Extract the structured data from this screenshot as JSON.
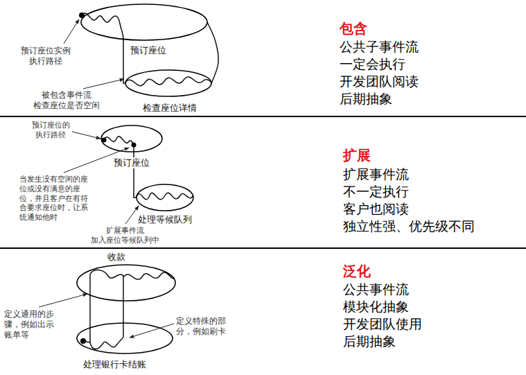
{
  "diagram": {
    "nodes": [
      {
        "text": [
          "预订座位"
        ]
      },
      {
        "text": [
          "检查座位详情"
        ]
      },
      {
        "text": [
          "预订座位"
        ]
      },
      {
        "text": [
          "处理等候队列"
        ]
      },
      {
        "text": [
          "收款"
        ]
      },
      {
        "text": [
          "处理银行卡结账"
        ]
      }
    ],
    "edges": [
      {
        "from": 0,
        "to": 1,
        "arrow": "none"
      },
      {
        "from": 1,
        "to": 0,
        "arrow": "none"
      },
      {
        "from": 2,
        "to": 3,
        "arrow": "none"
      },
      {
        "from": 4,
        "to": 5,
        "arrow": "none"
      },
      {
        "from": 5,
        "to": 4,
        "arrow": "none"
      }
    ],
    "labels": [
      "预订座位实例 执行路径",
      "被包含事件流 检查座位是否空闲",
      "包含",
      "公共子事件流",
      "一定会执行",
      "开发团队阅读",
      "后期抽象",
      "预订座位的 执行路径",
      "当发生没有空闲的座位或没有满意的座位，并且客户在有符合要求座位时，让系统通知他时",
      "扩展事件流 加入座位等候队列中",
      "扩展",
      "扩展事件流",
      "不一定执行",
      "客户也阅读",
      "独立性强、优先级不同",
      "定义通用的步骤，例如出示账单等",
      "定义特殊的部分，例如刷卡",
      "泛化",
      "公共事件流",
      "模块化抽象",
      "开发团队使用",
      "后期抽象"
    ]
  }
}
